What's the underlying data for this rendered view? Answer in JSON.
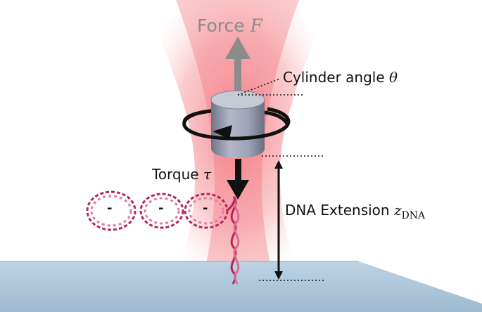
{
  "labels": {
    "force": "Force",
    "force_symbol": "F",
    "cylinder_angle": "Cylinder angle",
    "cylinder_angle_symbol": "θ",
    "torque": "Torque",
    "torque_symbol": "τ",
    "dna_extension": "DNA Extension",
    "dna_extension_symbol": "z",
    "dna_extension_subscript": "DNA",
    "supercoil_sign": "-"
  },
  "colors": {
    "beam": "#f08a90",
    "force_arrow": "#8c8c8c",
    "cylinder": "#9a9fb3",
    "dna": "#b8245a",
    "surface": "#b7cfe0"
  }
}
